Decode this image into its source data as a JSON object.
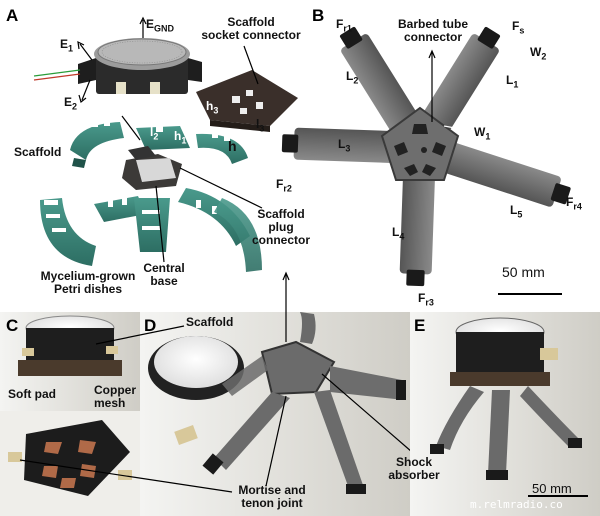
{
  "panels": {
    "a": "A",
    "b": "B",
    "c": "C",
    "d": "D",
    "e": "E"
  },
  "panel_a": {
    "e_gnd": "E",
    "e_gnd_sub": "GND",
    "e1": "E",
    "e1_sub": "1",
    "e2": "E",
    "e2_sub": "2",
    "socket_connector_line1": "Scaffold",
    "socket_connector_line2": "socket connector",
    "h3": "h",
    "h3_sub": "3",
    "l3": "l",
    "l3_sub": "3",
    "l2": "l",
    "l2_sub": "2",
    "h1": "h",
    "h1_sub": "1",
    "h": "h",
    "scaffold": "Scaffold",
    "plug_connector_line1": "Scaffold",
    "plug_connector_line2": "plug",
    "plug_connector_line3": "connector",
    "central_base_line1": "Central",
    "central_base_line2": "base",
    "petri_line1": "Mycelium-grown",
    "petri_line2": "Petri dishes"
  },
  "panel_b": {
    "fr1": "F",
    "fr1_sub": "r1",
    "fr2": "F",
    "fr2_sub": "r2",
    "fr3": "F",
    "fr3_sub": "r3",
    "fr4": "F",
    "fr4_sub": "r4",
    "fs": "F",
    "fs_sub": "s",
    "barbed_line1": "Barbed tube",
    "barbed_line2": "connector",
    "w1": "W",
    "w1_sub": "1",
    "w2": "W",
    "w2_sub": "2",
    "l1": "L",
    "l1_sub": "1",
    "l2": "L",
    "l2_sub": "2",
    "l3": "L",
    "l3_sub": "3",
    "l4": "L",
    "l4_sub": "4",
    "l5": "L",
    "l5_sub": "5",
    "scale_bar": "50 mm"
  },
  "panel_c": {
    "soft_pad": "Soft pad",
    "copper_line1": "Copper",
    "copper_line2": "mesh"
  },
  "panel_d": {
    "scaffold": "Scaffold",
    "shock_line1": "Shock",
    "shock_line2": "absorber",
    "mortise_line1": "Mortise and",
    "mortise_line2": "tenon joint"
  },
  "panel_e": {
    "scale_bar": "50 mm"
  },
  "watermark": "m.relmradio.co"
}
